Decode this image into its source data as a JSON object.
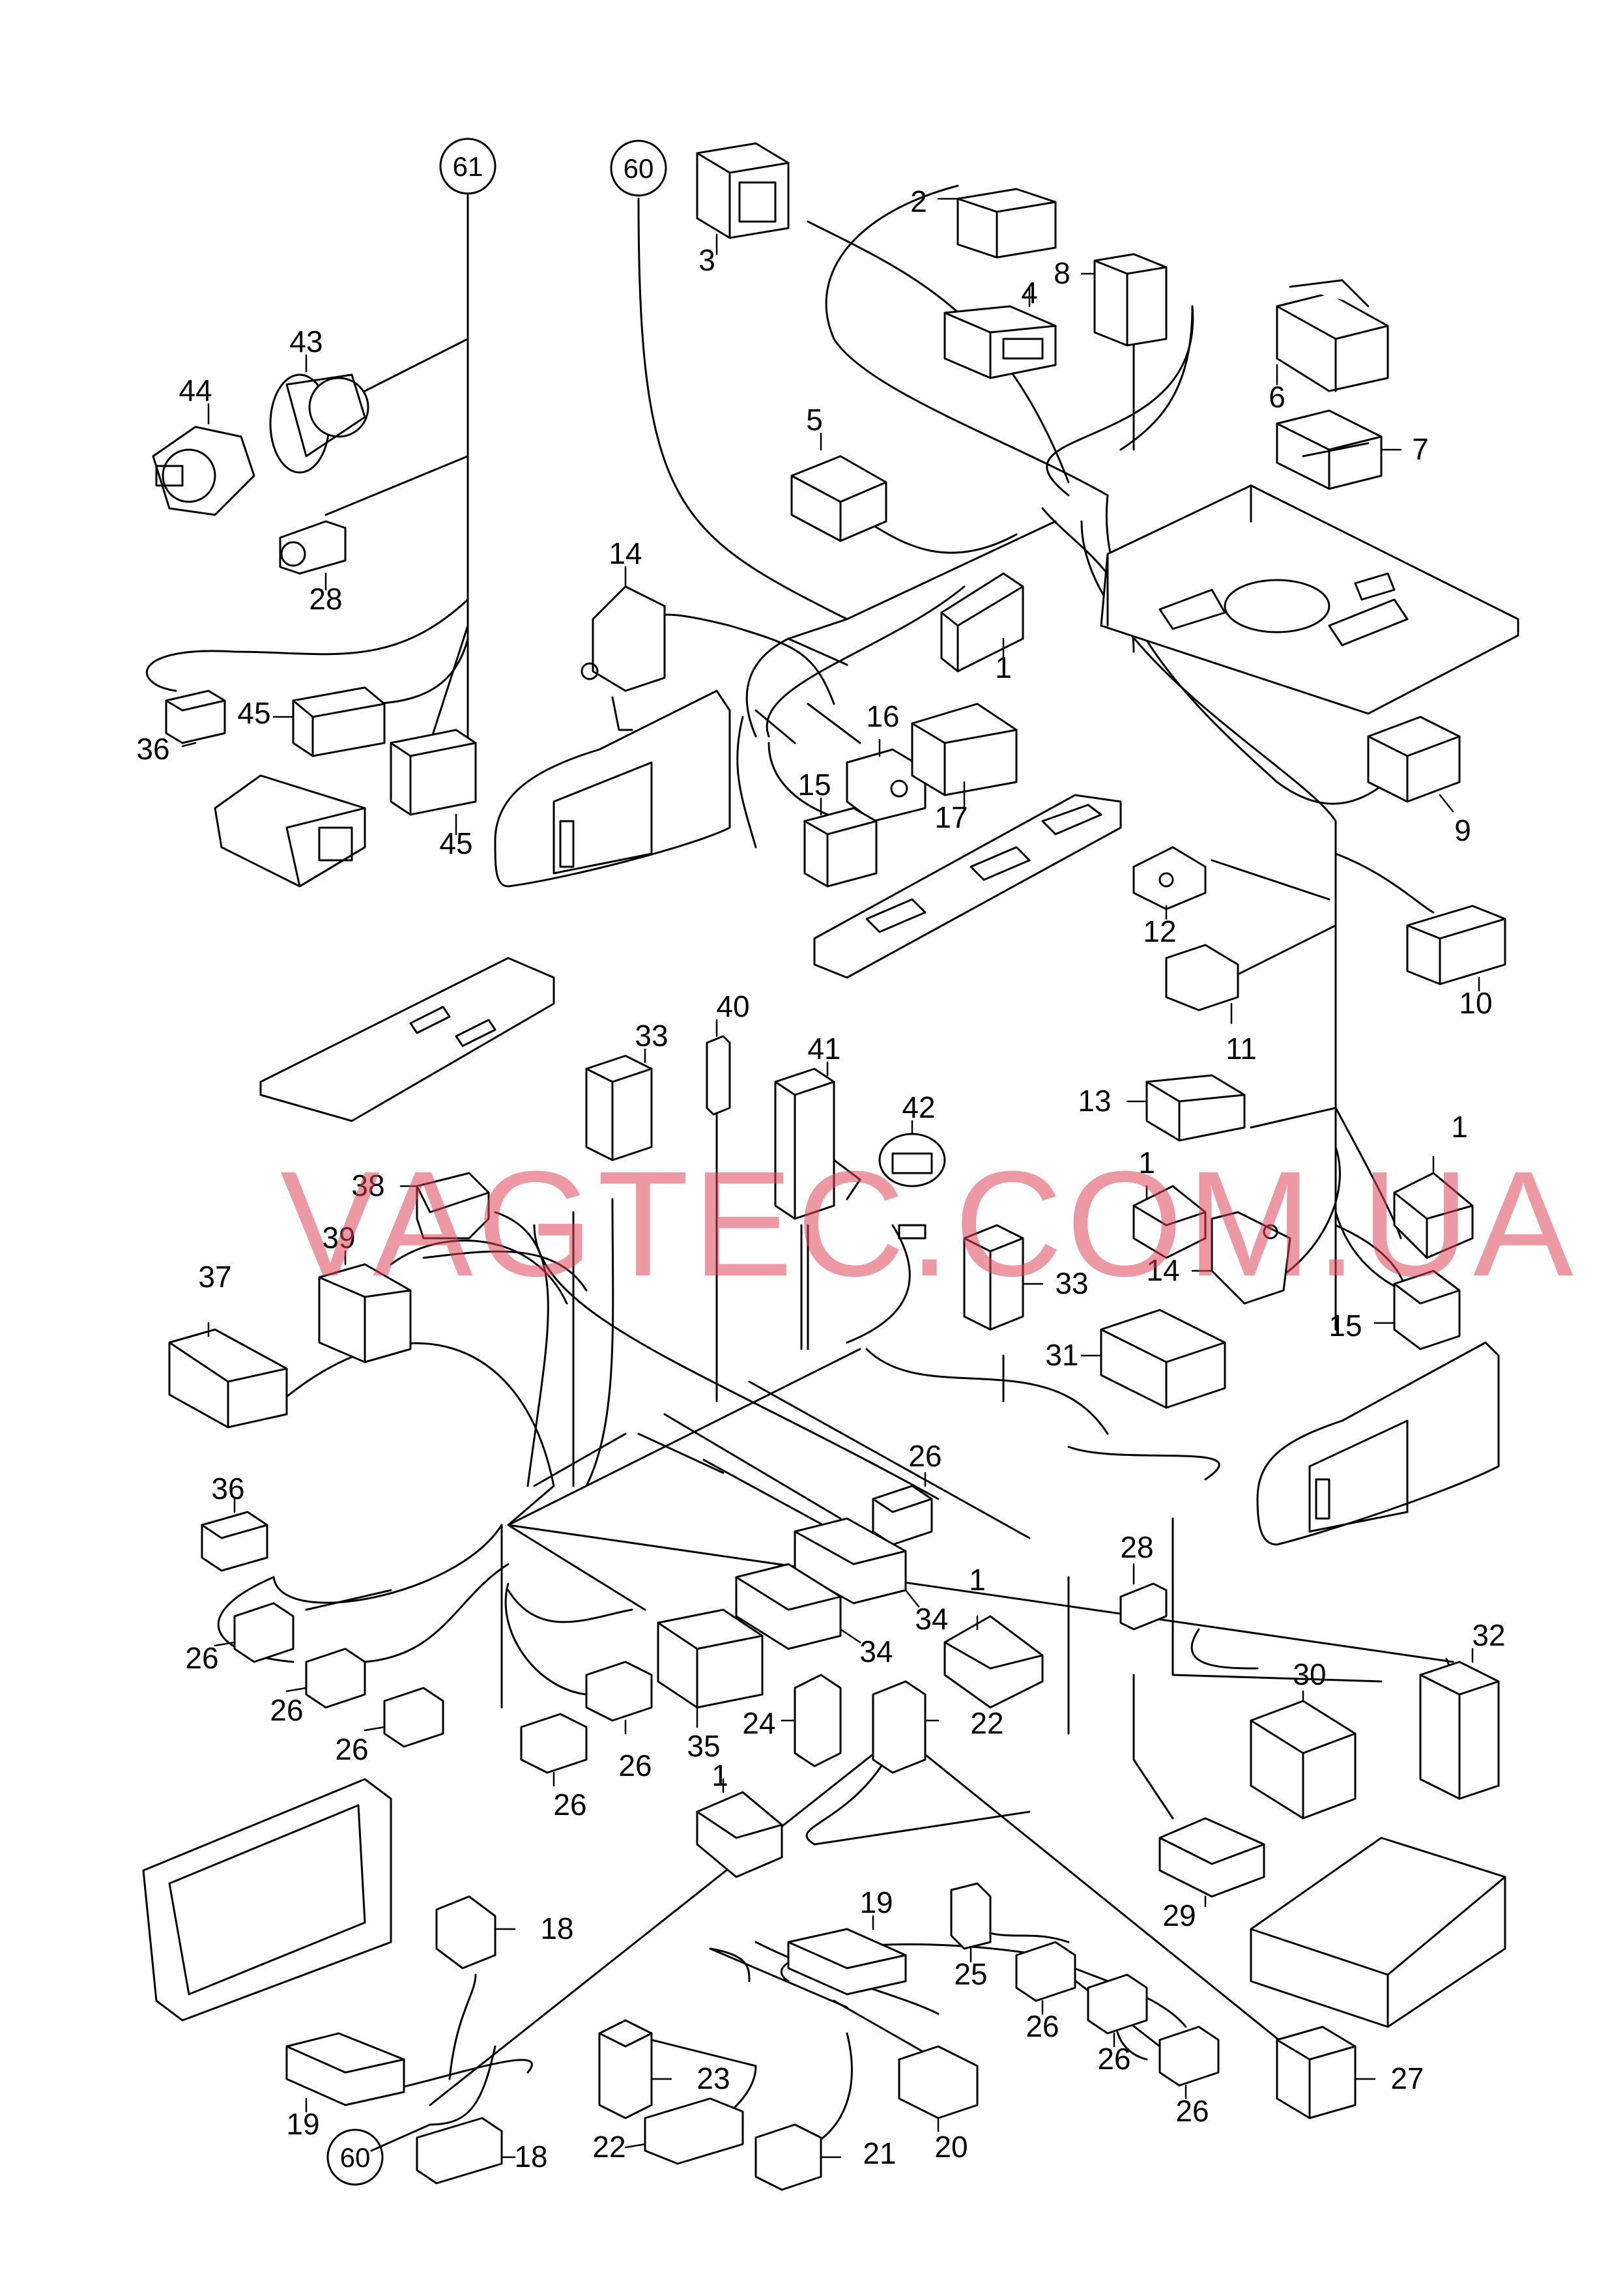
{
  "diagram": {
    "watermark": "VAGTEC.COM.UA",
    "refs": [
      "61",
      "60",
      "60"
    ],
    "labels": [
      {
        "id": "l3",
        "text": "3"
      },
      {
        "id": "l2",
        "text": "2"
      },
      {
        "id": "l4",
        "text": "4"
      },
      {
        "id": "l8",
        "text": "8"
      },
      {
        "id": "l6",
        "text": "6"
      },
      {
        "id": "l7",
        "text": "7"
      },
      {
        "id": "l43",
        "text": "43"
      },
      {
        "id": "l44",
        "text": "44"
      },
      {
        "id": "l28a",
        "text": "28"
      },
      {
        "id": "l5",
        "text": "5"
      },
      {
        "id": "l14a",
        "text": "14"
      },
      {
        "id": "l1a",
        "text": "1"
      },
      {
        "id": "l36a",
        "text": "36"
      },
      {
        "id": "l45a",
        "text": "45"
      },
      {
        "id": "l45b",
        "text": "45"
      },
      {
        "id": "l16",
        "text": "16"
      },
      {
        "id": "l15a",
        "text": "15"
      },
      {
        "id": "l17",
        "text": "17"
      },
      {
        "id": "l9",
        "text": "9"
      },
      {
        "id": "l12",
        "text": "12"
      },
      {
        "id": "l10",
        "text": "10"
      },
      {
        "id": "l11",
        "text": "11"
      },
      {
        "id": "l40",
        "text": "40"
      },
      {
        "id": "l33a",
        "text": "33"
      },
      {
        "id": "l41",
        "text": "41"
      },
      {
        "id": "l42",
        "text": "42"
      },
      {
        "id": "l13",
        "text": "13"
      },
      {
        "id": "l1b",
        "text": "1"
      },
      {
        "id": "l1c",
        "text": "1"
      },
      {
        "id": "l38",
        "text": "38"
      },
      {
        "id": "l14b",
        "text": "14"
      },
      {
        "id": "l39",
        "text": "39"
      },
      {
        "id": "l37",
        "text": "37"
      },
      {
        "id": "l33b",
        "text": "33"
      },
      {
        "id": "l15b",
        "text": "15"
      },
      {
        "id": "l31",
        "text": "31"
      },
      {
        "id": "l26a",
        "text": "26"
      },
      {
        "id": "l36b",
        "text": "36"
      },
      {
        "id": "l28b",
        "text": "28"
      },
      {
        "id": "l1d",
        "text": "1"
      },
      {
        "id": "l34a",
        "text": "34"
      },
      {
        "id": "l34b",
        "text": "34"
      },
      {
        "id": "l32",
        "text": "32"
      },
      {
        "id": "l26b",
        "text": "26"
      },
      {
        "id": "l26c",
        "text": "26"
      },
      {
        "id": "l26d",
        "text": "26"
      },
      {
        "id": "l26e",
        "text": "26"
      },
      {
        "id": "l26f",
        "text": "26"
      },
      {
        "id": "l35",
        "text": "35"
      },
      {
        "id": "l30",
        "text": "30"
      },
      {
        "id": "l24",
        "text": "24"
      },
      {
        "id": "l22a",
        "text": "22"
      },
      {
        "id": "l1e",
        "text": "1"
      },
      {
        "id": "l29",
        "text": "29"
      },
      {
        "id": "l18a",
        "text": "18"
      },
      {
        "id": "l19a",
        "text": "19"
      },
      {
        "id": "l25",
        "text": "25"
      },
      {
        "id": "l23",
        "text": "23"
      },
      {
        "id": "l26g",
        "text": "26"
      },
      {
        "id": "l27",
        "text": "27"
      },
      {
        "id": "l26h",
        "text": "26"
      },
      {
        "id": "l26i",
        "text": "26"
      },
      {
        "id": "l19b",
        "text": "19"
      },
      {
        "id": "l18b",
        "text": "18"
      },
      {
        "id": "l22b",
        "text": "22"
      },
      {
        "id": "l21",
        "text": "21"
      },
      {
        "id": "l20",
        "text": "20"
      }
    ]
  }
}
